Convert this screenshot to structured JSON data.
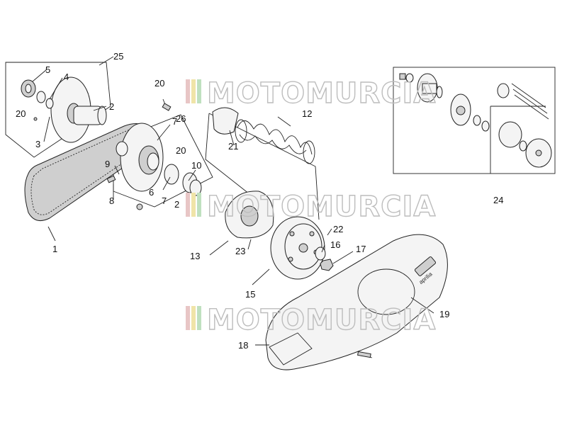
{
  "watermark": {
    "text": "MOTOMURCIA",
    "stripe_colors": [
      "#e8c6c6",
      "#f0e4a8",
      "#bfe0bf"
    ]
  },
  "brand_mark": "aprilia",
  "callouts": [
    {
      "id": "c1",
      "text": "1"
    },
    {
      "id": "c2a",
      "text": "2"
    },
    {
      "id": "c2b",
      "text": "2"
    },
    {
      "id": "c3",
      "text": "3"
    },
    {
      "id": "c4",
      "text": "4"
    },
    {
      "id": "c5",
      "text": "5"
    },
    {
      "id": "c6",
      "text": "6"
    },
    {
      "id": "c7a",
      "text": "7"
    },
    {
      "id": "c7b",
      "text": "7"
    },
    {
      "id": "c8",
      "text": "8"
    },
    {
      "id": "c9",
      "text": "9"
    },
    {
      "id": "c10",
      "text": "10"
    },
    {
      "id": "c12",
      "text": "12"
    },
    {
      "id": "c13",
      "text": "13"
    },
    {
      "id": "c15",
      "text": "15"
    },
    {
      "id": "c16",
      "text": "16"
    },
    {
      "id": "c17",
      "text": "17"
    },
    {
      "id": "c18",
      "text": "18"
    },
    {
      "id": "c19",
      "text": "19"
    },
    {
      "id": "c20a",
      "text": "20"
    },
    {
      "id": "c20b",
      "text": "20"
    },
    {
      "id": "c20c",
      "text": "20"
    },
    {
      "id": "c21",
      "text": "21"
    },
    {
      "id": "c22",
      "text": "22"
    },
    {
      "id": "c23",
      "text": "23"
    },
    {
      "id": "c24",
      "text": "24"
    },
    {
      "id": "c25",
      "text": "25"
    },
    {
      "id": "c26",
      "text": "26"
    }
  ]
}
